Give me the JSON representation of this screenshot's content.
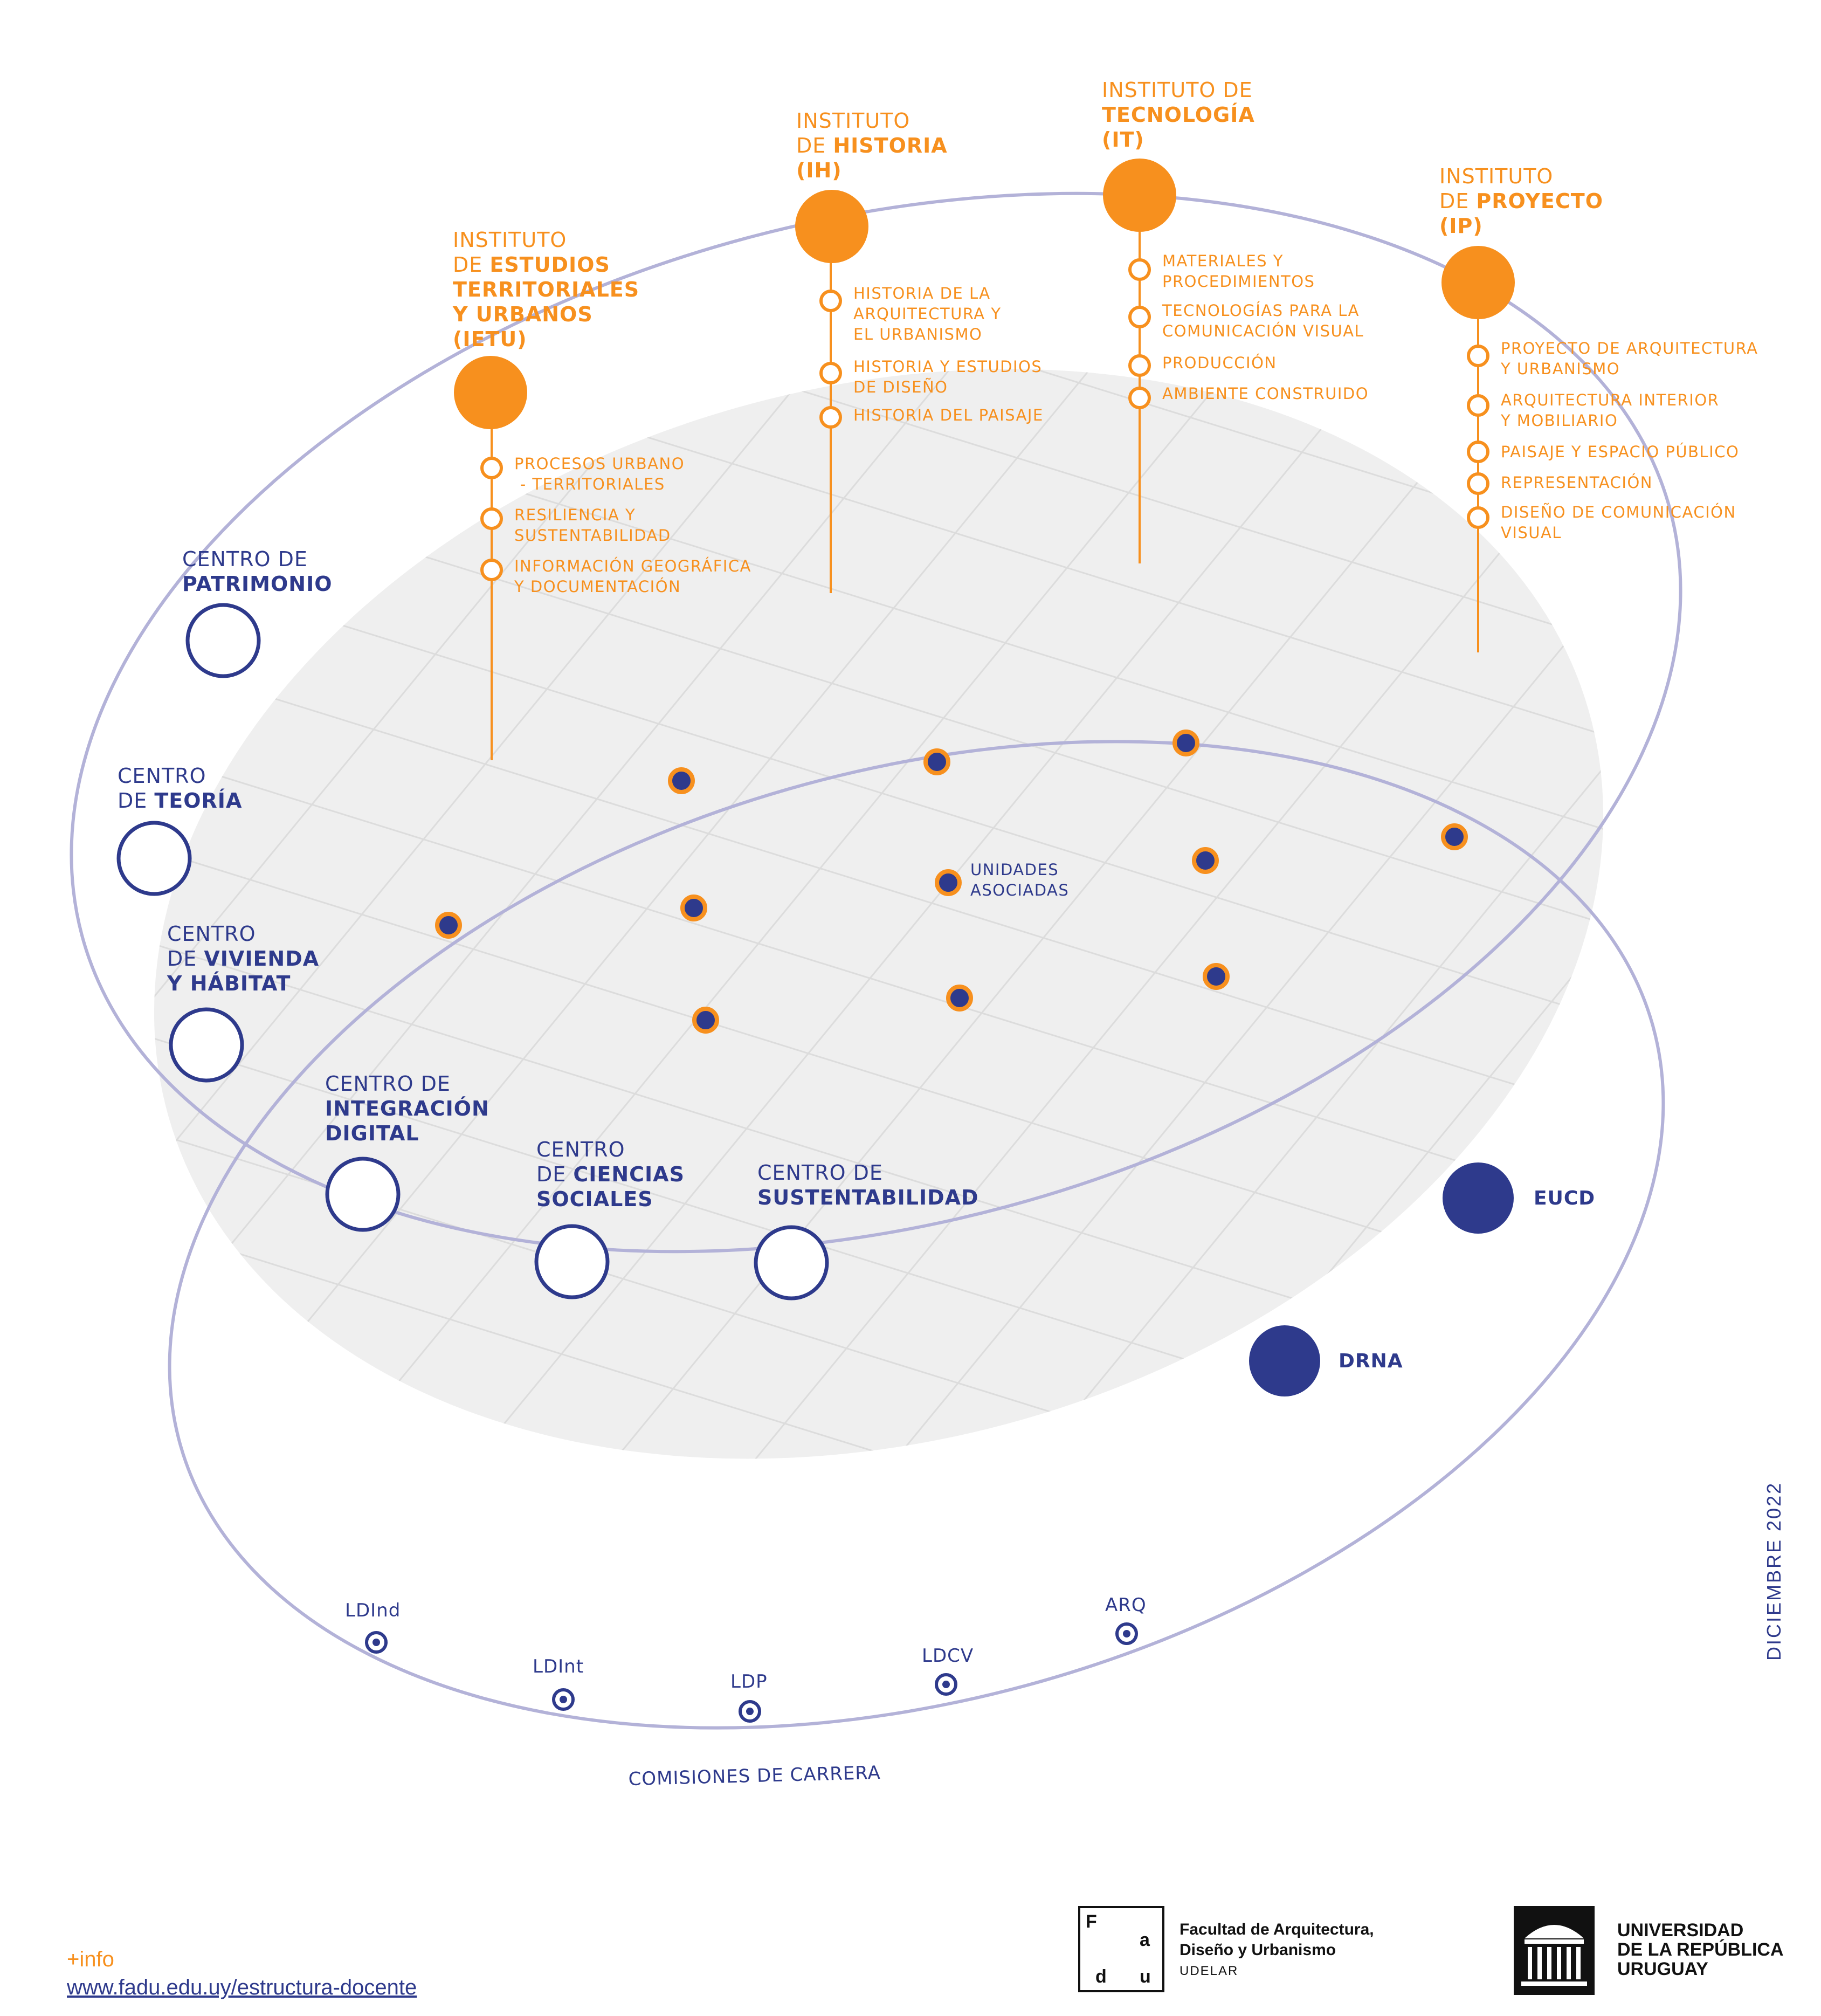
{
  "institutes": [
    {
      "id": "ietu",
      "title_lines": [
        [
          "INSTITUTO",
          ""
        ],
        [
          "DE ",
          "ESTUDIOS"
        ],
        [
          "",
          "TERRITORIALES"
        ],
        [
          "",
          "Y URBANOS"
        ],
        [
          "",
          "(IETU)"
        ]
      ],
      "items": [
        [
          "PROCESOS URBANO",
          " - TERRITORIALES"
        ],
        [
          "RESILIENCIA Y",
          "SUSTENTABILIDAD"
        ],
        [
          "INFORMACIÓN GEOGRÁFICA",
          "Y DOCUMENTACIÓN"
        ]
      ]
    },
    {
      "id": "ih",
      "title_lines": [
        [
          "INSTITUTO",
          ""
        ],
        [
          "DE ",
          "HISTORIA"
        ],
        [
          "",
          "(IH)"
        ]
      ],
      "items": [
        [
          "HISTORIA DE LA",
          "ARQUITECTURA Y",
          "EL URBANISMO"
        ],
        [
          "HISTORIA Y ESTUDIOS",
          "DE DISEÑO"
        ],
        [
          "HISTORIA DEL PAISAJE"
        ]
      ]
    },
    {
      "id": "it",
      "title_lines": [
        [
          "INSTITUTO DE",
          ""
        ],
        [
          "",
          "TECNOLOGÍA"
        ],
        [
          "",
          "(IT)"
        ]
      ],
      "items": [
        [
          "MATERIALES Y",
          "PROCEDIMIENTOS"
        ],
        [
          "TECNOLOGÍAS PARA LA",
          "COMUNICACIÓN VISUAL"
        ],
        [
          "PRODUCCIÓN"
        ],
        [
          "AMBIENTE CONSTRUIDO"
        ]
      ]
    },
    {
      "id": "ip",
      "title_lines": [
        [
          "INSTITUTO",
          ""
        ],
        [
          "DE ",
          "PROYECTO"
        ],
        [
          "",
          "(IP)"
        ]
      ],
      "items": [
        [
          "PROYECTO DE ARQUITECTURA",
          "Y URBANISMO"
        ],
        [
          "ARQUITECTURA INTERIOR",
          "Y MOBILIARIO"
        ],
        [
          "PAISAJE Y ESPACIO PÚBLICO"
        ],
        [
          "REPRESENTACIÓN"
        ],
        [
          "DISEÑO DE COMUNICACIÓN",
          "VISUAL"
        ]
      ]
    }
  ],
  "centers": [
    {
      "id": "patrimonio",
      "lines": [
        [
          "CENTRO DE",
          ""
        ],
        [
          "",
          "PATRIMONIO"
        ]
      ]
    },
    {
      "id": "teoria",
      "lines": [
        [
          "CENTRO",
          ""
        ],
        [
          "DE ",
          "TEORÍA"
        ]
      ]
    },
    {
      "id": "vivienda",
      "lines": [
        [
          "CENTRO",
          ""
        ],
        [
          "DE ",
          "VIVIENDA"
        ],
        [
          "",
          "Y HÁBITAT"
        ]
      ]
    },
    {
      "id": "integracion",
      "lines": [
        [
          "CENTRO DE",
          ""
        ],
        [
          "",
          "INTEGRACIÓN"
        ],
        [
          "",
          "DIGITAL"
        ]
      ]
    },
    {
      "id": "ciencias",
      "lines": [
        [
          "CENTRO",
          ""
        ],
        [
          "DE ",
          "CIENCIAS"
        ],
        [
          "",
          "SOCIALES"
        ]
      ]
    },
    {
      "id": "sustentabilidad",
      "lines": [
        [
          "CENTRO DE",
          ""
        ],
        [
          "",
          "SUSTENTABILIDAD"
        ]
      ]
    }
  ],
  "units_label": [
    "UNIDADES",
    "ASOCIADAS"
  ],
  "services": [
    "EUCD",
    "DRNA"
  ],
  "commissions": [
    "LDInd",
    "LDInt",
    "LDP",
    "LDCV",
    "ARQ"
  ],
  "commissions_title": "COMISIONES DE CARRERA",
  "date": "DICIEMBRE 2022",
  "footer": {
    "more": "+info",
    "url": "www.fadu.edu.uy/estructura-docente"
  },
  "fadu": {
    "letters": [
      "F",
      "a",
      "d",
      "u"
    ],
    "line1": "Facultad de Arquitectura,",
    "line2": "Diseño y Urbanismo",
    "line3": "UDELAR"
  },
  "udelar": [
    "UNIVERSIDAD",
    "DE LA REPÚBLICA",
    "URUGUAY"
  ],
  "colors": {
    "orange": "#f7901e",
    "navy": "#2e3a8c",
    "lavender": "#b3b2d8",
    "plane": "#efefef",
    "grid": "#dcdcdc"
  }
}
